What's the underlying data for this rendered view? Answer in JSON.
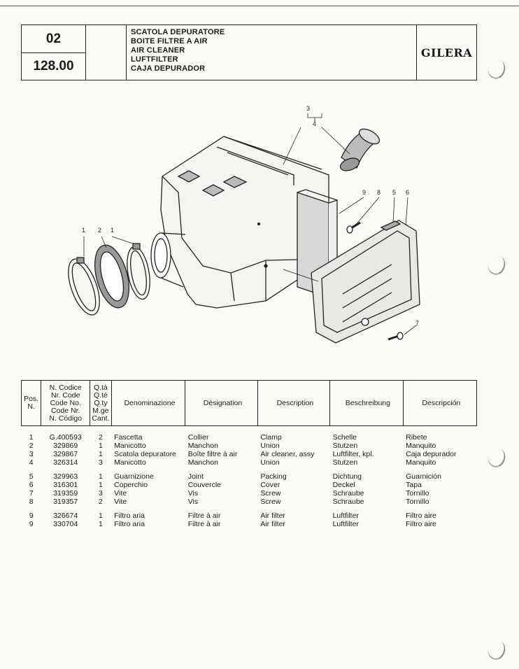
{
  "header": {
    "group_code": "02",
    "page_code": "128.00",
    "titles": [
      "SCATOLA DEPURATORE",
      "BOITE FILTRE A AIR",
      "AIR CLEANER",
      "LUFTFILTER",
      "CAJA DEPURADOR"
    ],
    "brand": "GILERA"
  },
  "diagram": {
    "callouts": [
      "1",
      "2",
      "1",
      "3",
      "4",
      "9",
      "8",
      "5",
      "6",
      "7"
    ]
  },
  "table": {
    "headers": {
      "pos": [
        "Pos.",
        "N."
      ],
      "code": [
        "N. Codice",
        "Nr. Code",
        "Code No.",
        "Code Nr.",
        "N. Código"
      ],
      "qty": [
        "Q.tà",
        "Q.té",
        "Q.ty",
        "M.ge",
        "Cant."
      ],
      "it": "Denominazione",
      "fr": "Désignation",
      "en": "Description",
      "de": "Beschreibung",
      "es": "Descripción"
    },
    "rows": [
      {
        "pos": "1",
        "code": "G.400593",
        "qty": "2",
        "it": "Fascetta",
        "fr": "Collier",
        "en": "Clamp",
        "de": "Schelle",
        "es": "Ribete"
      },
      {
        "pos": "2",
        "code": "329869",
        "qty": "1",
        "it": "Manicotto",
        "fr": "Manchon",
        "en": "Union",
        "de": "Stutzen",
        "es": "Manquito"
      },
      {
        "pos": "3",
        "code": "329867",
        "qty": "1",
        "it": "Scatola depuratore",
        "fr": "Boîte filtre à air",
        "en": "Air cleaner, assy",
        "de": "Luftfilter, kpl.",
        "es": "Caja depurador"
      },
      {
        "pos": "4",
        "code": "326314",
        "qty": "3",
        "it": "Manicotto",
        "fr": "Manchon",
        "en": "Union",
        "de": "Stutzen",
        "es": "Manquito"
      },
      {
        "pos": "5",
        "code": "329963",
        "qty": "1",
        "it": "Guarnizione",
        "fr": "Joint",
        "en": "Packing",
        "de": "Dichtung",
        "es": "Guarnición"
      },
      {
        "pos": "6",
        "code": "316301",
        "qty": "1",
        "it": "Coperchio",
        "fr": "Couvercle",
        "en": "Cover",
        "de": "Deckel",
        "es": "Tapa"
      },
      {
        "pos": "7",
        "code": "319359",
        "qty": "3",
        "it": "Vite",
        "fr": "Vis",
        "en": "Screw",
        "de": "Schraube",
        "es": "Tornillo"
      },
      {
        "pos": "8",
        "code": "319357",
        "qty": "2",
        "it": "Vite",
        "fr": "Vis",
        "en": "Screw",
        "de": "Schraube",
        "es": "Tornillo"
      },
      {
        "pos": "9",
        "code": "326674",
        "qty": "1",
        "it": "Filtro aria",
        "fr": "Filtre à air",
        "en": "Air filter",
        "de": "Luftfilter",
        "es": "Filtro aire"
      },
      {
        "pos": "9",
        "code": "330704",
        "qty": "1",
        "it": "Filtro aria",
        "fr": "Filtre à air",
        "en": "Air filter",
        "de": "Luftfilter",
        "es": "Filtro aire"
      }
    ]
  }
}
